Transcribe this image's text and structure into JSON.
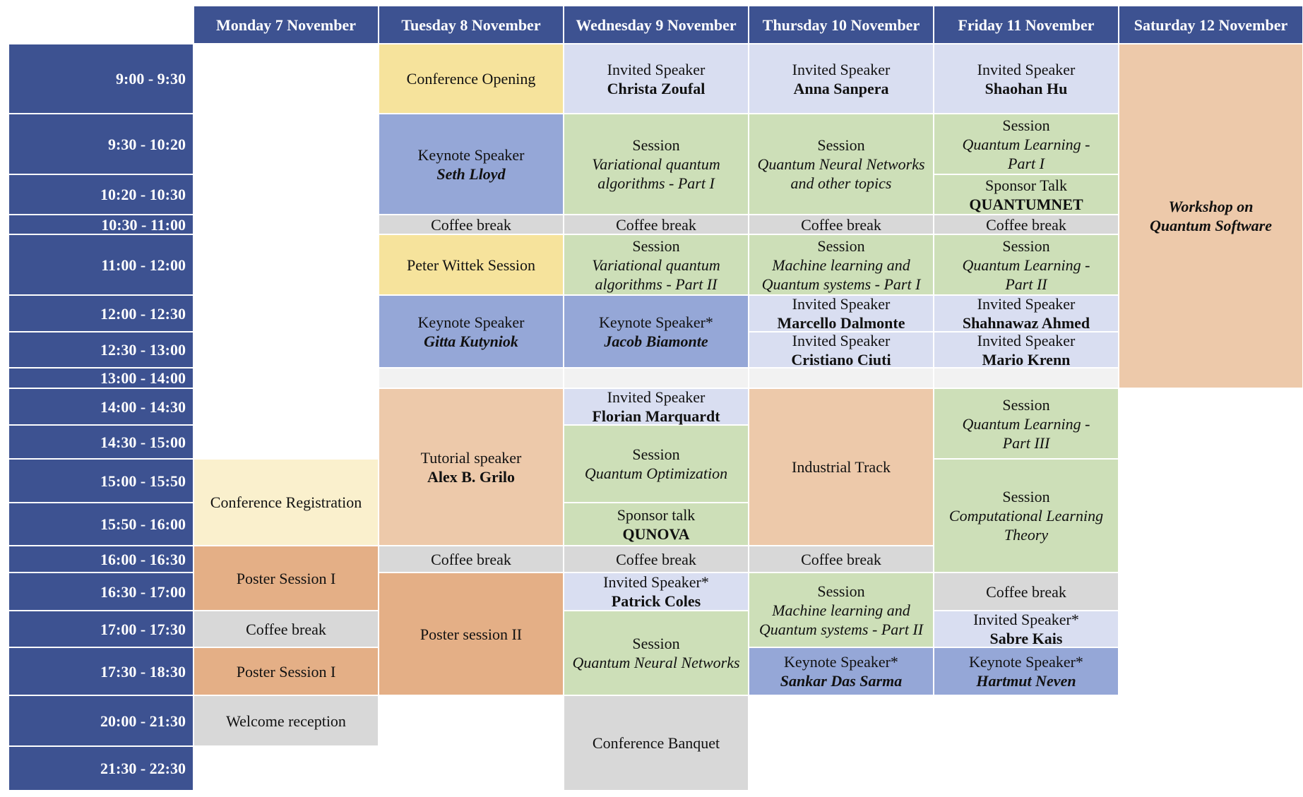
{
  "colors": {
    "header": "#3d5291",
    "yellow": "#f6e39c",
    "light_yellow": "#faf0cd",
    "lavender": "#d9def1",
    "blue": "#95a7d7",
    "green": "#cddfb8",
    "grey": "#d8d8d8",
    "peach": "#edc9aa",
    "orange": "#e4af86",
    "lunch": "#f2f2f2",
    "blank": "#ffffff"
  },
  "days": [
    "Monday 7 November",
    "Tuesday 8 November",
    "Wednesday 9 November",
    "Thursday 10 November",
    "Friday 11 November",
    "Saturday 12 November"
  ],
  "time_slots": [
    "9:00 - 9:30",
    "9:30 - 10:20",
    "10:20 - 10:30",
    "10:30 - 11:00",
    "11:00 - 12:00",
    "12:00 - 12:30",
    "12:30 - 13:00",
    "13:00 - 14:00",
    "14:00 - 14:30",
    "14:30 - 15:00",
    "15:00 - 15:50",
    "15:50 - 16:00",
    "16:00 - 16:30",
    "16:30 - 17:00",
    "17:00 - 17:30",
    "17:30 - 18:30",
    "20:00 - 21:30",
    "21:30 - 22:30"
  ],
  "events": [
    {
      "day": 0,
      "start": 10,
      "end": 11,
      "fill": "light_yellow",
      "line1": "Conference Registration"
    },
    {
      "day": 0,
      "start": 12,
      "end": 13,
      "fill": "orange",
      "line1": "Poster Session I"
    },
    {
      "day": 0,
      "start": 14,
      "end": 14,
      "fill": "grey",
      "line1": "Coffee break"
    },
    {
      "day": 0,
      "start": 15,
      "end": 15,
      "fill": "orange",
      "line1": "Poster Session I"
    },
    {
      "day": 0,
      "start": 16,
      "end": 16,
      "fill": "grey",
      "line1": "Welcome reception"
    },
    {
      "day": 1,
      "start": 0,
      "end": 0,
      "fill": "yellow",
      "line1": "Conference Opening"
    },
    {
      "day": 1,
      "start": 1,
      "end": 2,
      "fill": "blue",
      "line1": "Keynote Speaker",
      "line2": "Seth Lloyd",
      "style2": "bolditalic"
    },
    {
      "day": 1,
      "start": 3,
      "end": 3,
      "fill": "grey",
      "line1": "Coffee break"
    },
    {
      "day": 1,
      "start": 4,
      "end": 4,
      "fill": "yellow",
      "line1": "Peter Wittek Session"
    },
    {
      "day": 1,
      "start": 5,
      "end": 6,
      "fill": "blue",
      "line1": "Keynote Speaker",
      "line2": "Gitta Kutyniok",
      "style2": "bolditalic"
    },
    {
      "day": 1,
      "start": 7,
      "end": 7,
      "fill": "lunch",
      "line1": ""
    },
    {
      "day": 1,
      "start": 8,
      "end": 11,
      "fill": "peach",
      "line1": "Tutorial speaker",
      "line2": "Alex B. Grilo",
      "style2": "bold"
    },
    {
      "day": 1,
      "start": 12,
      "end": 12,
      "fill": "grey",
      "line1": "Coffee break"
    },
    {
      "day": 1,
      "start": 13,
      "end": 15,
      "fill": "orange",
      "line1": "Poster session II"
    },
    {
      "day": 2,
      "start": 0,
      "end": 0,
      "fill": "lavender",
      "line1": "Invited Speaker",
      "line2": "Christa Zoufal",
      "style2": "bold"
    },
    {
      "day": 2,
      "start": 1,
      "end": 2,
      "fill": "green",
      "line1": "Session",
      "line2": "Variational quantum",
      "line3": "algorithms - Part I",
      "style2": "italic",
      "style3": "italic"
    },
    {
      "day": 2,
      "start": 3,
      "end": 3,
      "fill": "grey",
      "line1": "Coffee break"
    },
    {
      "day": 2,
      "start": 4,
      "end": 4,
      "fill": "green",
      "line1": "Session",
      "line2": "Variational quantum",
      "line3": "algorithms - Part II",
      "style2": "italic",
      "style3": "italic"
    },
    {
      "day": 2,
      "start": 5,
      "end": 6,
      "fill": "blue",
      "line1": "Keynote Speaker*",
      "line2": "Jacob Biamonte",
      "style2": "bolditalic"
    },
    {
      "day": 2,
      "start": 7,
      "end": 7,
      "fill": "lunch",
      "line1": ""
    },
    {
      "day": 2,
      "start": 8,
      "end": 8,
      "fill": "lavender",
      "line1": "Invited Speaker",
      "line2": "Florian Marquardt",
      "style2": "bold"
    },
    {
      "day": 2,
      "start": 9,
      "end": 10,
      "fill": "green",
      "line1": "Session",
      "line2": "Quantum Optimization",
      "style2": "italic"
    },
    {
      "day": 2,
      "start": 11,
      "end": 11,
      "fill": "green",
      "line1": "Sponsor talk",
      "line2": "QUNOVA",
      "style2": "bold"
    },
    {
      "day": 2,
      "start": 12,
      "end": 12,
      "fill": "grey",
      "line1": "Coffee break"
    },
    {
      "day": 2,
      "start": 13,
      "end": 13,
      "fill": "lavender",
      "line1": "Invited Speaker*",
      "line2": "Patrick Coles",
      "style2": "bold"
    },
    {
      "day": 2,
      "start": 14,
      "end": 15,
      "fill": "green",
      "line1": "Session",
      "line2": "Quantum Neural Networks",
      "style2": "italic"
    },
    {
      "day": 2,
      "start": 16,
      "end": 17,
      "fill": "grey",
      "line1": "Conference Banquet"
    },
    {
      "day": 3,
      "start": 0,
      "end": 0,
      "fill": "lavender",
      "line1": "Invited Speaker",
      "line2": "Anna Sanpera",
      "style2": "bold"
    },
    {
      "day": 3,
      "start": 1,
      "end": 2,
      "fill": "green",
      "line1": "Session",
      "line2": "Quantum Neural Networks",
      "line3": "and other topics",
      "style2": "italic",
      "style3": "italic"
    },
    {
      "day": 3,
      "start": 3,
      "end": 3,
      "fill": "grey",
      "line1": "Coffee break"
    },
    {
      "day": 3,
      "start": 4,
      "end": 4,
      "fill": "green",
      "line1": "Session",
      "line2": "Machine learning and",
      "line3": "Quantum systems  - Part I",
      "style2": "italic",
      "style3": "italic"
    },
    {
      "day": 3,
      "start": 5,
      "end": 5,
      "fill": "lavender",
      "line1": "Invited Speaker",
      "line2": "Marcello Dalmonte",
      "style2": "bold"
    },
    {
      "day": 3,
      "start": 6,
      "end": 6,
      "fill": "lavender",
      "line1": "Invited Speaker",
      "line2": "Cristiano Ciuti",
      "style2": "bold"
    },
    {
      "day": 3,
      "start": 7,
      "end": 7,
      "fill": "lunch",
      "line1": ""
    },
    {
      "day": 3,
      "start": 8,
      "end": 11,
      "fill": "peach",
      "line1": "Industrial Track"
    },
    {
      "day": 3,
      "start": 12,
      "end": 12,
      "fill": "grey",
      "line1": "Coffee break"
    },
    {
      "day": 3,
      "start": 13,
      "end": 14,
      "fill": "green",
      "line1": "Session",
      "line2": "Machine learning and",
      "line3": "Quantum systems  - Part II",
      "style2": "italic",
      "style3": "italic"
    },
    {
      "day": 3,
      "start": 15,
      "end": 15,
      "fill": "blue",
      "line1": "Keynote Speaker*",
      "line2": "Sankar Das Sarma",
      "style2": "bolditalic"
    },
    {
      "day": 4,
      "start": 0,
      "end": 0,
      "fill": "lavender",
      "line1": "Invited Speaker",
      "line2": "Shaohan Hu",
      "style2": "bold"
    },
    {
      "day": 4,
      "start": 1,
      "end": 1,
      "fill": "green",
      "line1": "Session",
      "line2": "Quantum Learning -",
      "line3": "Part I",
      "style2": "italic",
      "style3": "italic"
    },
    {
      "day": 4,
      "start": 2,
      "end": 2,
      "fill": "green",
      "line1": "Sponsor Talk",
      "line2": "QUANTUMNET",
      "style2": "bold"
    },
    {
      "day": 4,
      "start": 3,
      "end": 3,
      "fill": "grey",
      "line1": "Coffee break"
    },
    {
      "day": 4,
      "start": 4,
      "end": 4,
      "fill": "green",
      "line1": "Session",
      "line2": "Quantum Learning -",
      "line3": "Part II",
      "style2": "italic",
      "style3": "italic"
    },
    {
      "day": 4,
      "start": 5,
      "end": 5,
      "fill": "lavender",
      "line1": "Invited Speaker",
      "line2": "Shahnawaz Ahmed",
      "style2": "bold"
    },
    {
      "day": 4,
      "start": 6,
      "end": 6,
      "fill": "lavender",
      "line1": "Invited Speaker",
      "line2": "Mario Krenn",
      "style2": "bold"
    },
    {
      "day": 4,
      "start": 7,
      "end": 7,
      "fill": "lunch",
      "line1": ""
    },
    {
      "day": 4,
      "start": 8,
      "end": 9,
      "fill": "green",
      "line1": "Session",
      "line2": "Quantum Learning -",
      "line3": "Part III",
      "style2": "italic",
      "style3": "italic"
    },
    {
      "day": 4,
      "start": 10,
      "end": 12,
      "fill": "green",
      "line1": "Session",
      "line2": "Computational Learning",
      "line3": "Theory",
      "style2": "italic",
      "style3": "italic"
    },
    {
      "day": 4,
      "start": 13,
      "end": 13,
      "fill": "grey",
      "line1": "Coffee break"
    },
    {
      "day": 4,
      "start": 14,
      "end": 14,
      "fill": "lavender",
      "line1": "Invited Speaker*",
      "line2": "Sabre Kais",
      "style2": "bold"
    },
    {
      "day": 4,
      "start": 15,
      "end": 15,
      "fill": "blue",
      "line1": "Keynote Speaker*",
      "line2": "Hartmut Neven",
      "style2": "bolditalic"
    },
    {
      "day": 5,
      "start": 0,
      "end": 7,
      "fill": "peach",
      "line1": "Workshop on",
      "line2": "Quantum Software",
      "style1": "bolditalic",
      "style2": "bolditalic"
    }
  ]
}
